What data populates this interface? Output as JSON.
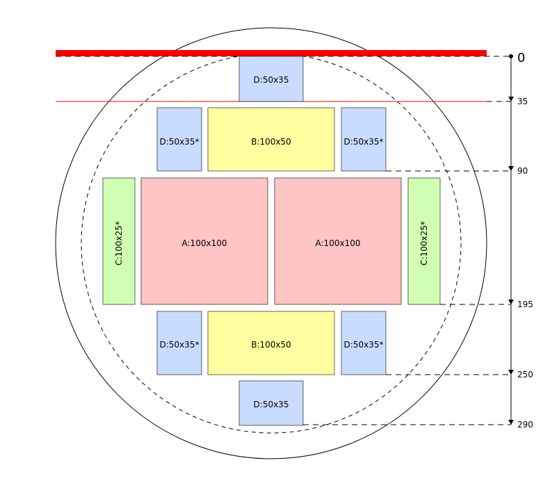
{
  "blocks": {
    "d_top": "D:50x35",
    "b_top": "B:100x50",
    "d_top_left": "D:50x35*",
    "d_top_right": "D:50x35*",
    "c_left": "C:100x25*",
    "a_left": "A:100x100",
    "a_right": "A:100x100",
    "c_right": "C:100x25*",
    "d_bottom_left": "D:50x35*",
    "b_bottom": "B:100x50",
    "d_bottom_right": "D:50x35*",
    "d_bottom": "D:50x35"
  },
  "scale_labels": {
    "l0": "0",
    "l35": "35",
    "l90": "90",
    "l195": "195",
    "l250": "250",
    "l290": "290"
  },
  "colors": {
    "block_a": "#ffc4c4",
    "block_b": "#ffff9f",
    "block_c": "#d0ffb4",
    "block_d": "#c8dcff",
    "cut_line": "#ff0000"
  }
}
